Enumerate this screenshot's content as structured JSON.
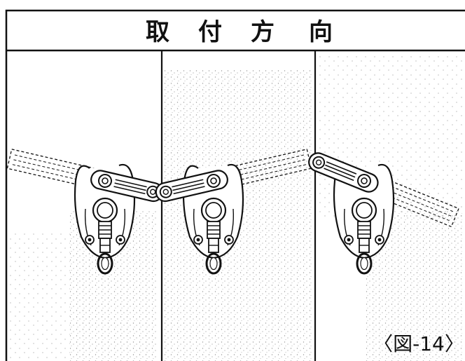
{
  "header": {
    "title": "取付方向",
    "title_chars": [
      "取",
      "付",
      "方",
      "向"
    ]
  },
  "caption": "〈図-14〉",
  "colors": {
    "ink": "#111111",
    "paper": "#ffffff",
    "stipple": "#8a8a8a"
  },
  "panels": [
    {
      "name": "panel-left",
      "lever_direction": "upper-left"
    },
    {
      "name": "panel-center",
      "lever_direction": "upper-right"
    },
    {
      "name": "panel-right",
      "lever_direction": "lower-right"
    }
  ]
}
